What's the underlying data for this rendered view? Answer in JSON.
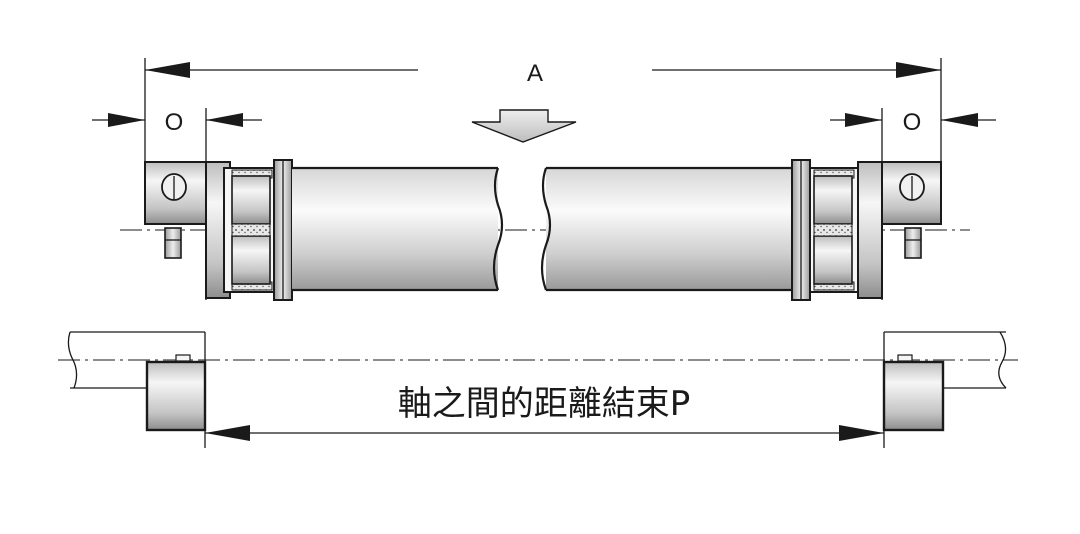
{
  "labels": {
    "overall_length": "A",
    "offset_left": "O",
    "offset_right": "O",
    "shaft_end_distance": "軸之間的距離結束P"
  },
  "colors": {
    "line": "#1a1a1a",
    "metal_light": "#f4f4f4",
    "metal_mid": "#c8c8c8",
    "metal_dark": "#8a8a8a",
    "arrow_fill": "#d9d9d9"
  }
}
